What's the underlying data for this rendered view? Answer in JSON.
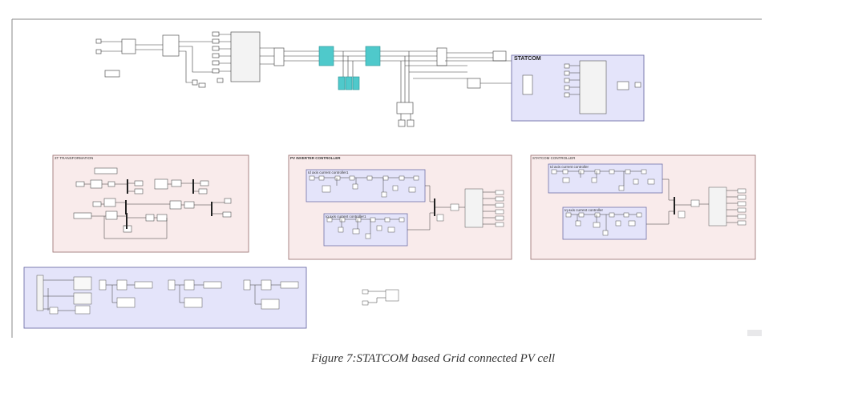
{
  "diagram": {
    "caption": "Figure 7:STATCOM based Grid connected PV cell",
    "subsystems": {
      "statcom": "STATCOM",
      "transformation": "3T TRANSFORMATION",
      "pv_inverter_controller": "PV INVERTER CONTROLLER",
      "statcom_controller": "STATCOM CONTROLLER",
      "pv_d_axis": "Id axis current controller1",
      "pv_q_axis": "Iq axis current controller1",
      "st_d_axis": "Id axis current controller",
      "st_q_axis": "Iq axis current controller"
    },
    "colors": {
      "subsystem_blue": "#e4e4fa",
      "subsystem_pink": "#f9ebeb",
      "breaker_teal": "#4fc9cb",
      "line": "#3a3a3a"
    }
  }
}
